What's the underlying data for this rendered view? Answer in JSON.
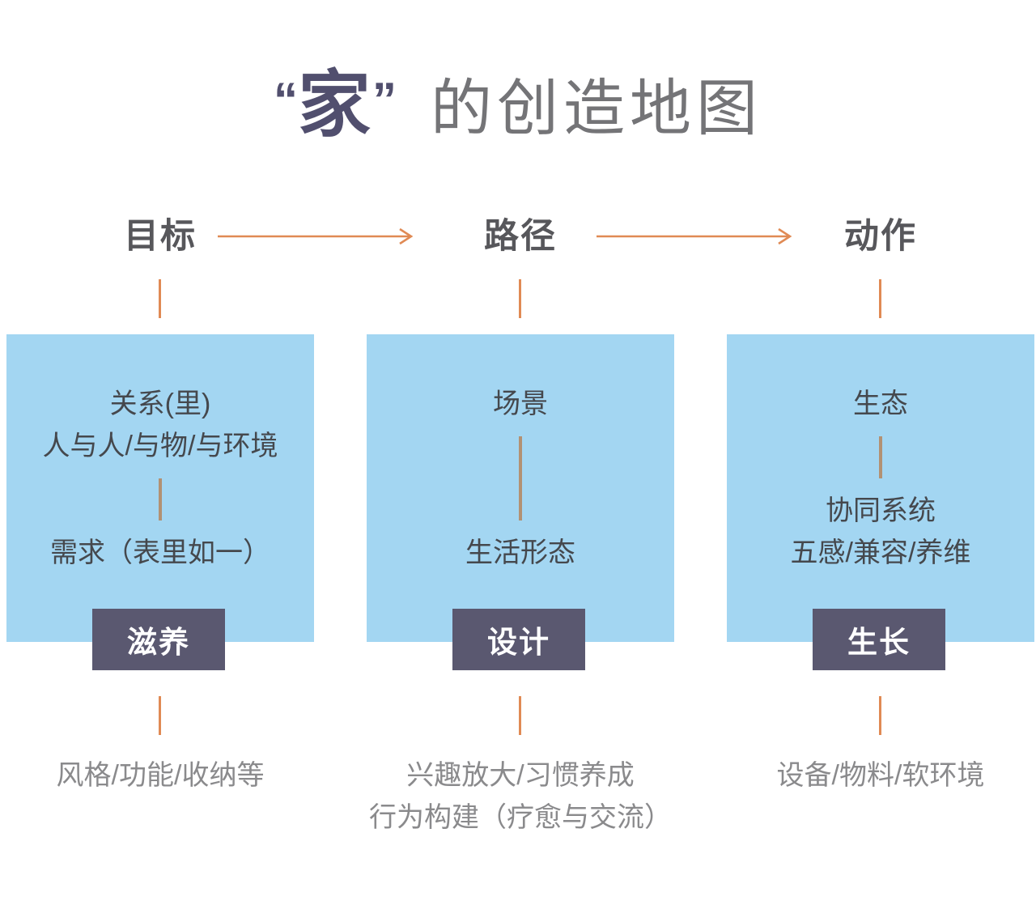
{
  "title": {
    "open_quote": "“",
    "keyword": "家",
    "close_quote": "”",
    "suffix": "的创造地图"
  },
  "colors": {
    "box_blue": "#A3D6F2",
    "badge_purple": "#5A5870",
    "title_purple": "#514F6E",
    "accent_orange": "#E08A54",
    "inner_line_tan": "#B29173",
    "header_gray": "#57575B",
    "box_text_gray": "#45484D",
    "footer_gray": "#8A8A8C"
  },
  "columns": [
    {
      "id": "goal",
      "header": "目标",
      "box": {
        "top_lines": [
          "关系(里)",
          "人与人/与物/与环境"
        ],
        "bottom_lines": [
          "需求（表里如一）"
        ]
      },
      "badge": "滋养",
      "footer_lines": [
        "风格/功能/收纳等"
      ]
    },
    {
      "id": "path",
      "header": "路径",
      "box": {
        "top_lines": [
          "场景"
        ],
        "bottom_lines": [
          "生活形态"
        ]
      },
      "badge": "设计",
      "footer_lines": [
        "兴趣放大/习惯养成",
        "行为构建（疗愈与交流）"
      ]
    },
    {
      "id": "action",
      "header": "动作",
      "box": {
        "top_lines": [
          "生态"
        ],
        "bottom_lines": [
          "协同系统",
          "五感/兼容/养维"
        ]
      },
      "badge": "生长",
      "footer_lines": [
        "设备/物料/软环境"
      ]
    }
  ]
}
